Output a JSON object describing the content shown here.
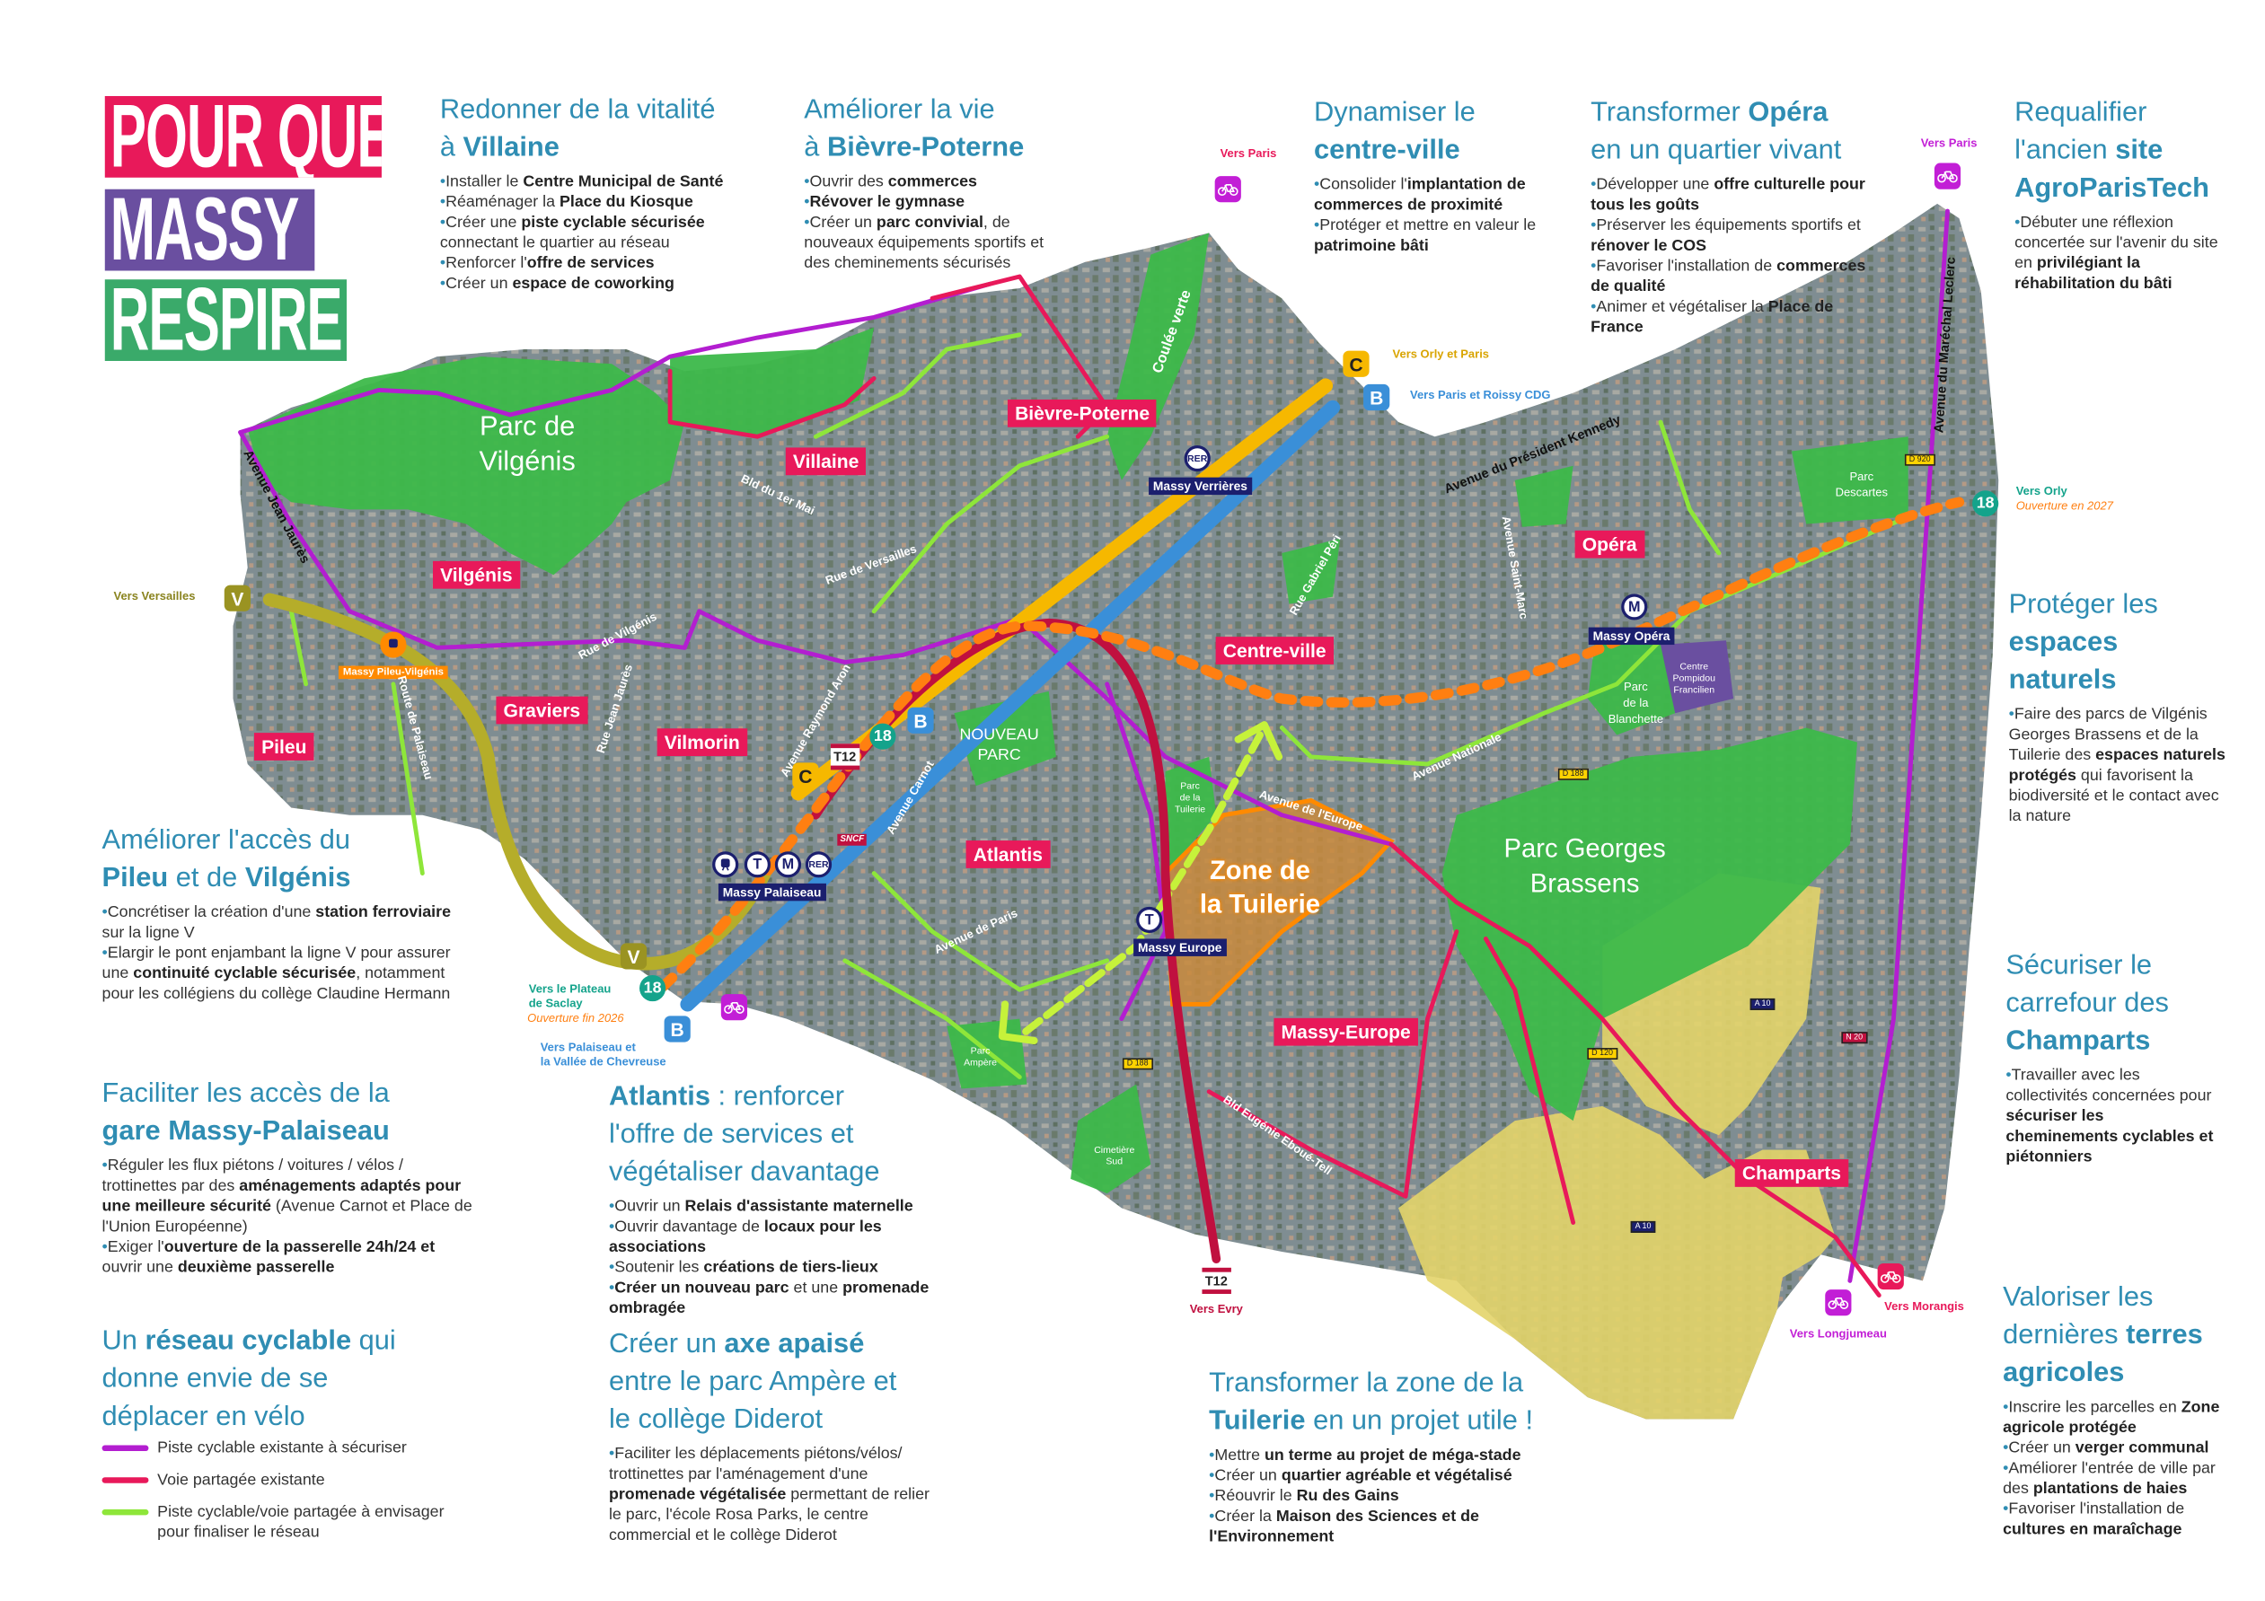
{
  "poster_title": {
    "line1": "POUR QUE",
    "line2": "MASSY",
    "line3": "RESPIRE",
    "colors": {
      "line1": "#e8195a",
      "line2": "#6a4fa0",
      "line3": "#3aaa6a"
    }
  },
  "colors": {
    "heading": "#2f8db3",
    "district_label": "#e8195a",
    "station_label": "#1b1f6e",
    "park": "#3db94a",
    "bike_existing": "#b31ed0",
    "shared_lane": "#e8195a",
    "bike_planned": "#8ee63a"
  },
  "blocks": {
    "villaine": {
      "title": [
        {
          "text": "Redonner de la vitalité\nà "
        },
        {
          "text": "Villaine",
          "bold": true
        }
      ],
      "bullets": [
        [
          {
            "text": "Installer le "
          },
          {
            "text": "Centre Municipal de Santé",
            "bold": true
          }
        ],
        [
          {
            "text": "Réaménager la "
          },
          {
            "text": "Place du Kiosque",
            "bold": true
          }
        ],
        [
          {
            "text": "Créer une "
          },
          {
            "text": "piste cyclable sécurisée",
            "bold": true
          },
          {
            "text": " connectant le quartier au réseau"
          }
        ],
        [
          {
            "text": "Renforcer l'"
          },
          {
            "text": "offre de services",
            "bold": true
          }
        ],
        [
          {
            "text": "Créer un "
          },
          {
            "text": "espace de coworking",
            "bold": true
          }
        ]
      ]
    },
    "bievre": {
      "title": [
        {
          "text": "Améliorer la vie\nà "
        },
        {
          "text": "Bièvre-Poterne",
          "bold": true
        }
      ],
      "bullets": [
        [
          {
            "text": "Ouvrir des "
          },
          {
            "text": "commerces",
            "bold": true
          }
        ],
        [
          {
            "text": "Révover le gymnase",
            "bold": true
          }
        ],
        [
          {
            "text": "Créer un "
          },
          {
            "text": "parc convivial",
            "bold": true
          },
          {
            "text": ", de nouveaux équipements sportifs et des cheminements sécurisés"
          }
        ]
      ]
    },
    "centreville": {
      "title": [
        {
          "text": "Dynamiser le\n"
        },
        {
          "text": "centre-ville",
          "bold": true
        }
      ],
      "bullets": [
        [
          {
            "text": "Consolider l'"
          },
          {
            "text": "implantation de commerces de proximité",
            "bold": true
          }
        ],
        [
          {
            "text": "Protéger et mettre en valeur le "
          },
          {
            "text": "patrimoine bâti",
            "bold": true
          }
        ]
      ]
    },
    "opera": {
      "title": [
        {
          "text": "Transformer "
        },
        {
          "text": "Opéra",
          "bold": true
        },
        {
          "text": "\nen un quartier vivant"
        }
      ],
      "bullets": [
        [
          {
            "text": "Développer une "
          },
          {
            "text": "offre culturelle pour tous les goûts",
            "bold": true
          }
        ],
        [
          {
            "text": "Préserver les équipements sportifs et "
          },
          {
            "text": "rénover le COS",
            "bold": true
          }
        ],
        [
          {
            "text": "Favoriser l'installation de "
          },
          {
            "text": "commerces de qualité",
            "bold": true
          }
        ],
        [
          {
            "text": "Animer et végétaliser la "
          },
          {
            "text": "Place de France",
            "bold": true
          }
        ]
      ]
    },
    "agro": {
      "title": [
        {
          "text": "Requalifier\nl'ancien "
        },
        {
          "text": "site\nAgroParisTech",
          "bold": true
        }
      ],
      "bullets": [
        [
          {
            "text": "Débuter une réflexion concertée sur l'avenir du site en "
          },
          {
            "text": "privilégiant la réhabilitation du bâti",
            "bold": true
          }
        ]
      ]
    },
    "pileu": {
      "title": [
        {
          "text": "Améliorer l'accès du\n"
        },
        {
          "text": "Pileu",
          "bold": true
        },
        {
          "text": " et de "
        },
        {
          "text": "Vilgénis",
          "bold": true
        }
      ],
      "bullets": [
        [
          {
            "text": "Concrétiser la création d'une "
          },
          {
            "text": "station ferroviaire",
            "bold": true
          },
          {
            "text": " sur la ligne V"
          }
        ],
        [
          {
            "text": "Elargir le pont enjambant la ligne V pour assurer une "
          },
          {
            "text": "continuité cyclable sécurisée",
            "bold": true
          },
          {
            "text": ", notamment pour les collégiens du collège Claudine Hermann"
          }
        ]
      ]
    },
    "gare": {
      "title": [
        {
          "text": "Faciliter les accès de la\n"
        },
        {
          "text": "gare Massy-Palaiseau",
          "bold": true
        }
      ],
      "bullets": [
        [
          {
            "text": "Réguler les flux piétons / voitures / vélos / trottinettes par des "
          },
          {
            "text": "aménagements adaptés pour une meilleure sécurité",
            "bold": true
          },
          {
            "text": " (Avenue Carnot et Place de l'Union Européenne)"
          }
        ],
        [
          {
            "text": "Exiger l'"
          },
          {
            "text": "ouverture de la passerelle 24h/24 et",
            "bold": true
          },
          {
            "text": " ouvrir une "
          },
          {
            "text": "deuxième passerelle",
            "bold": true
          }
        ]
      ]
    },
    "reseau": {
      "title": [
        {
          "text": "Un "
        },
        {
          "text": "réseau cyclable",
          "bold": true
        },
        {
          "text": " qui\ndonne envie de se\ndéplacer en vélo"
        }
      ],
      "bullets": []
    },
    "atlantis": {
      "title": [
        {
          "text": "Atlantis",
          "bold": true
        },
        {
          "text": " : renforcer\nl'offre de services et\nvégétaliser davantage"
        }
      ],
      "bullets": [
        [
          {
            "text": "Ouvrir un "
          },
          {
            "text": "Relais d'assistante maternelle",
            "bold": true
          }
        ],
        [
          {
            "text": "Ouvrir davantage de "
          },
          {
            "text": "locaux pour les associations",
            "bold": true
          }
        ],
        [
          {
            "text": "Soutenir les "
          },
          {
            "text": "créations de tiers-lieux",
            "bold": true
          }
        ],
        [
          {
            "text": "Créer un nouveau parc",
            "bold": true
          },
          {
            "text": " et une "
          },
          {
            "text": "promenade ombragée",
            "bold": true
          }
        ]
      ]
    },
    "axe": {
      "title": [
        {
          "text": "Créer un "
        },
        {
          "text": "axe apaisé",
          "bold": true
        },
        {
          "text": "\nentre le parc Ampère et\nle collège Diderot"
        }
      ],
      "bullets": [
        [
          {
            "text": "Faciliter les déplacements piétons/vélos/ trottinettes par l'aménagement d'une "
          },
          {
            "text": "promenade végétalisée",
            "bold": true
          },
          {
            "text": " permettant de relier le parc, l'école Rosa Parks, le centre commercial et le collège Diderot"
          }
        ]
      ]
    },
    "tuilerie": {
      "title": [
        {
          "text": "Transformer la zone de la\n"
        },
        {
          "text": "Tuilerie",
          "bold": true
        },
        {
          "text": " en un projet utile !"
        }
      ],
      "bullets": [
        [
          {
            "text": "Mettre "
          },
          {
            "text": "un terme au projet de méga-stade",
            "bold": true
          }
        ],
        [
          {
            "text": "Créer un "
          },
          {
            "text": "quartier agréable et végétalisé",
            "bold": true
          }
        ],
        [
          {
            "text": "Réouvrir le "
          },
          {
            "text": "Ru des Gains",
            "bold": true
          }
        ],
        [
          {
            "text": "Créer la "
          },
          {
            "text": "Maison des Sciences et de l'Environnement",
            "bold": true
          }
        ]
      ]
    },
    "proteger": {
      "title": [
        {
          "text": "Protéger les\n"
        },
        {
          "text": "espaces\nnaturels",
          "bold": true
        }
      ],
      "bullets": [
        [
          {
            "text": "Faire des parcs de Vilgénis Georges Brassens et de la Tuilerie des "
          },
          {
            "text": "espaces naturels protégés",
            "bold": true
          },
          {
            "text": " qui favorisent la biodiversité et le contact avec la nature"
          }
        ]
      ]
    },
    "securiser": {
      "title": [
        {
          "text": "Sécuriser le\ncarrefour des\n"
        },
        {
          "text": "Champarts",
          "bold": true
        }
      ],
      "bullets": [
        [
          {
            "text": "Travailler avec les collectivités concernées pour "
          },
          {
            "text": "sécuriser les cheminements cyclables et piétonniers",
            "bold": true
          }
        ]
      ]
    },
    "valoriser": {
      "title": [
        {
          "text": "Valoriser les\ndernières "
        },
        {
          "text": "terres\nagricoles",
          "bold": true
        }
      ],
      "bullets": [
        [
          {
            "text": "Inscrire les parcelles en "
          },
          {
            "text": "Zone agricole protégée",
            "bold": true
          }
        ],
        [
          {
            "text": "Créer un "
          },
          {
            "text": "verger communal",
            "bold": true
          }
        ],
        [
          {
            "text": "Améliorer l'entrée de ville par des "
          },
          {
            "text": "plantations de haies",
            "bold": true
          }
        ],
        [
          {
            "text": "Favoriser l'installation de "
          },
          {
            "text": "cultures en maraîchage",
            "bold": true
          }
        ]
      ]
    }
  },
  "legend": [
    {
      "label": "Piste cyclable existante à sécuriser",
      "color": "#b31ed0"
    },
    {
      "label": "Voie partagée existante",
      "color": "#e8195a"
    },
    {
      "label": "Piste cyclable/voie partagée à envisager pour finaliser le réseau",
      "color": "#8ee63a"
    }
  ],
  "map": {
    "districts": {
      "villaine": "Villaine",
      "bievre": "Bièvre-Poterne",
      "vilgenis": "Vilgénis",
      "graviers": "Graviers",
      "pileu": "Pileu",
      "vilmorin": "Vilmorin",
      "atlantis": "Atlantis",
      "centreville": "Centre-ville",
      "opera": "Opéra",
      "massy_europe": "Massy-Europe",
      "champarts": "Champarts"
    },
    "parks": {
      "vilgenis": "Parc de\nVilgénis",
      "brassens": "Parc Georges\nBrassens",
      "nouveau": "NOUVEAU\nPARC",
      "tuilerie": "Parc\nde la\nTuilerie",
      "descartes": "Parc\nDescartes",
      "blanchette": "Parc\nde la\nBlanchette",
      "ampere": "Parc\nAmpère",
      "cimetiere": "Cimetière\nSud",
      "pompidou": "Centre\nPompidou\nFrancilien",
      "zone_tuilerie": "Zone de\nla Tuilerie"
    },
    "stations": {
      "verrieres": "Massy Verrières",
      "palaiseau": "Massy Palaiseau",
      "opera": "Massy Opéra",
      "europe": "Massy Europe",
      "pileu": "Massy Pileu-Vilgénis"
    },
    "station_icons": {
      "rer": "RER",
      "tram": "T",
      "metro": "M",
      "train": "train-icon"
    },
    "lines": {
      "C": {
        "label": "C",
        "color": "#f6b800"
      },
      "B": {
        "label": "B",
        "color": "#3a8fd8"
      },
      "V": {
        "label": "V",
        "color": "#b5ad2a"
      },
      "L18": {
        "label": "18",
        "color": "#14a38b"
      },
      "T12": {
        "label": "T12",
        "color": "#c0103f"
      },
      "SNCF": {
        "label": "SNCF",
        "color": "#c0103f"
      }
    },
    "directions": {
      "paris_north": "Vers Paris",
      "orly_paris": "Vers Orly et Paris",
      "paris_roissy": "Vers Paris et Roissy CDG",
      "paris_ne": "Vers Paris",
      "orly": "Vers Orly",
      "orly_opening": "Ouverture en 2027",
      "versailles": "Vers Versailles",
      "saclay": "Vers le Plateau\nde Saclay",
      "saclay_opening": "Ouverture fin 2026",
      "palaiseau": "Vers Palaiseau et\nla Vallée de Chevreuse",
      "evry": "Vers Evry",
      "longjumeau": "Vers Longjumeau",
      "morangis": "Vers Morangis"
    },
    "streets": {
      "jean_jaures": "Avenue Jean Jaurès",
      "premier_mai": "Bld du 1er Mai",
      "versailles": "Rue de Versailles",
      "vilgenis": "Rue de Vilgénis",
      "rue_jean_jaures": "Rue Jean Jaurès",
      "palaiseau": "Route de Palaiseau",
      "aron": "Avenue Raymond Aron",
      "carnot": "Avenue Carnot",
      "paris": "Avenue de Paris",
      "coulee": "Coulée verte",
      "kennedy": "Avenue du Président Kennedy",
      "leclerc": "Avenue du Maréchal Leclerc",
      "saint_marc": "Avenue Saint-Marc",
      "peri": "Rue Gabriel Péri",
      "nationale": "Avenue Nationale",
      "europe": "Avenue de l'Europe",
      "eboue": "Bld Eugénie Eboué-Tell"
    },
    "roads": {
      "d920": "D 920",
      "d188": "D 188",
      "d120": "D 120",
      "a10": "A 10",
      "n20": "N 20"
    }
  }
}
